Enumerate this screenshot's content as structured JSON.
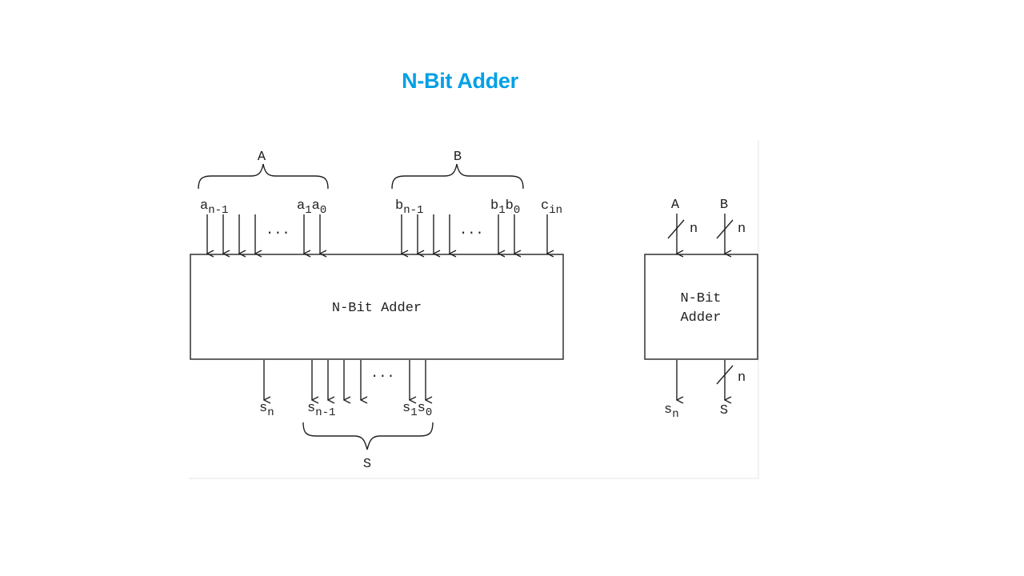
{
  "title": "N-Bit Adder",
  "title_color": "#00a0e6",
  "detailed": {
    "bus_a_label": "A",
    "bus_b_label": "B",
    "bus_s_label": "S",
    "a_high": {
      "base": "a",
      "sub": "n-1"
    },
    "a_1": {
      "base": "a",
      "sub": "1"
    },
    "a_0": {
      "base": "a",
      "sub": "0"
    },
    "b_high": {
      "base": "b",
      "sub": "n-1"
    },
    "b_1": {
      "base": "b",
      "sub": "1"
    },
    "b_0": {
      "base": "b",
      "sub": "0"
    },
    "cin": {
      "base": "c",
      "sub": "in"
    },
    "s_n": {
      "base": "s",
      "sub": "n"
    },
    "s_high": {
      "base": "s",
      "sub": "n-1"
    },
    "s_1": {
      "base": "s",
      "sub": "1"
    },
    "s_0": {
      "base": "s",
      "sub": "0"
    },
    "ellipsis": "...",
    "block_label": "N-Bit Adder"
  },
  "symbol": {
    "input_a": "A",
    "input_b": "B",
    "width_a": "n",
    "width_b": "n",
    "width_s": "n",
    "block_line1": "N-Bit",
    "block_line2": "Adder",
    "out_carry": {
      "base": "s",
      "sub": "n"
    },
    "out_sum": "S"
  }
}
